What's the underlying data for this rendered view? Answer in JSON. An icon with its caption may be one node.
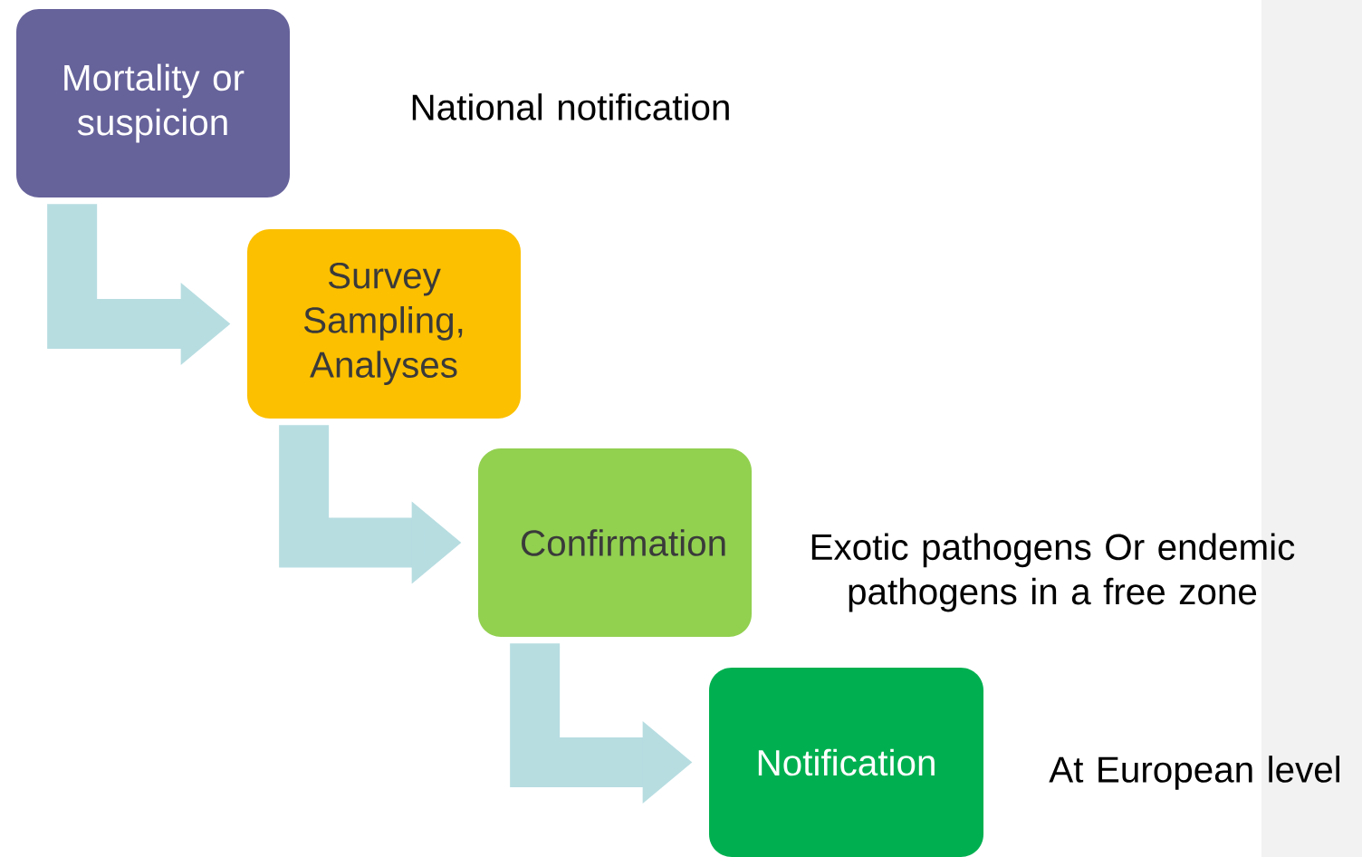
{
  "diagram": {
    "nodes": [
      {
        "text": [
          "Mortality or suspicion"
        ],
        "beside": [
          "National notification"
        ]
      },
      {
        "text": [
          "Survey Sampling, Analyses"
        ]
      },
      {
        "text": [
          "Confirmation"
        ],
        "beside": [
          "Exotic pathogens Or endemic pathogens in a free zone"
        ]
      },
      {
        "text": [
          "Notification"
        ],
        "beside": [
          "At European level"
        ]
      }
    ],
    "edges": [
      {
        "from": 0,
        "to": 1,
        "arrow": "to"
      },
      {
        "from": 1,
        "to": 2,
        "arrow": "to"
      },
      {
        "from": 2,
        "to": 3,
        "arrow": "to"
      }
    ]
  }
}
